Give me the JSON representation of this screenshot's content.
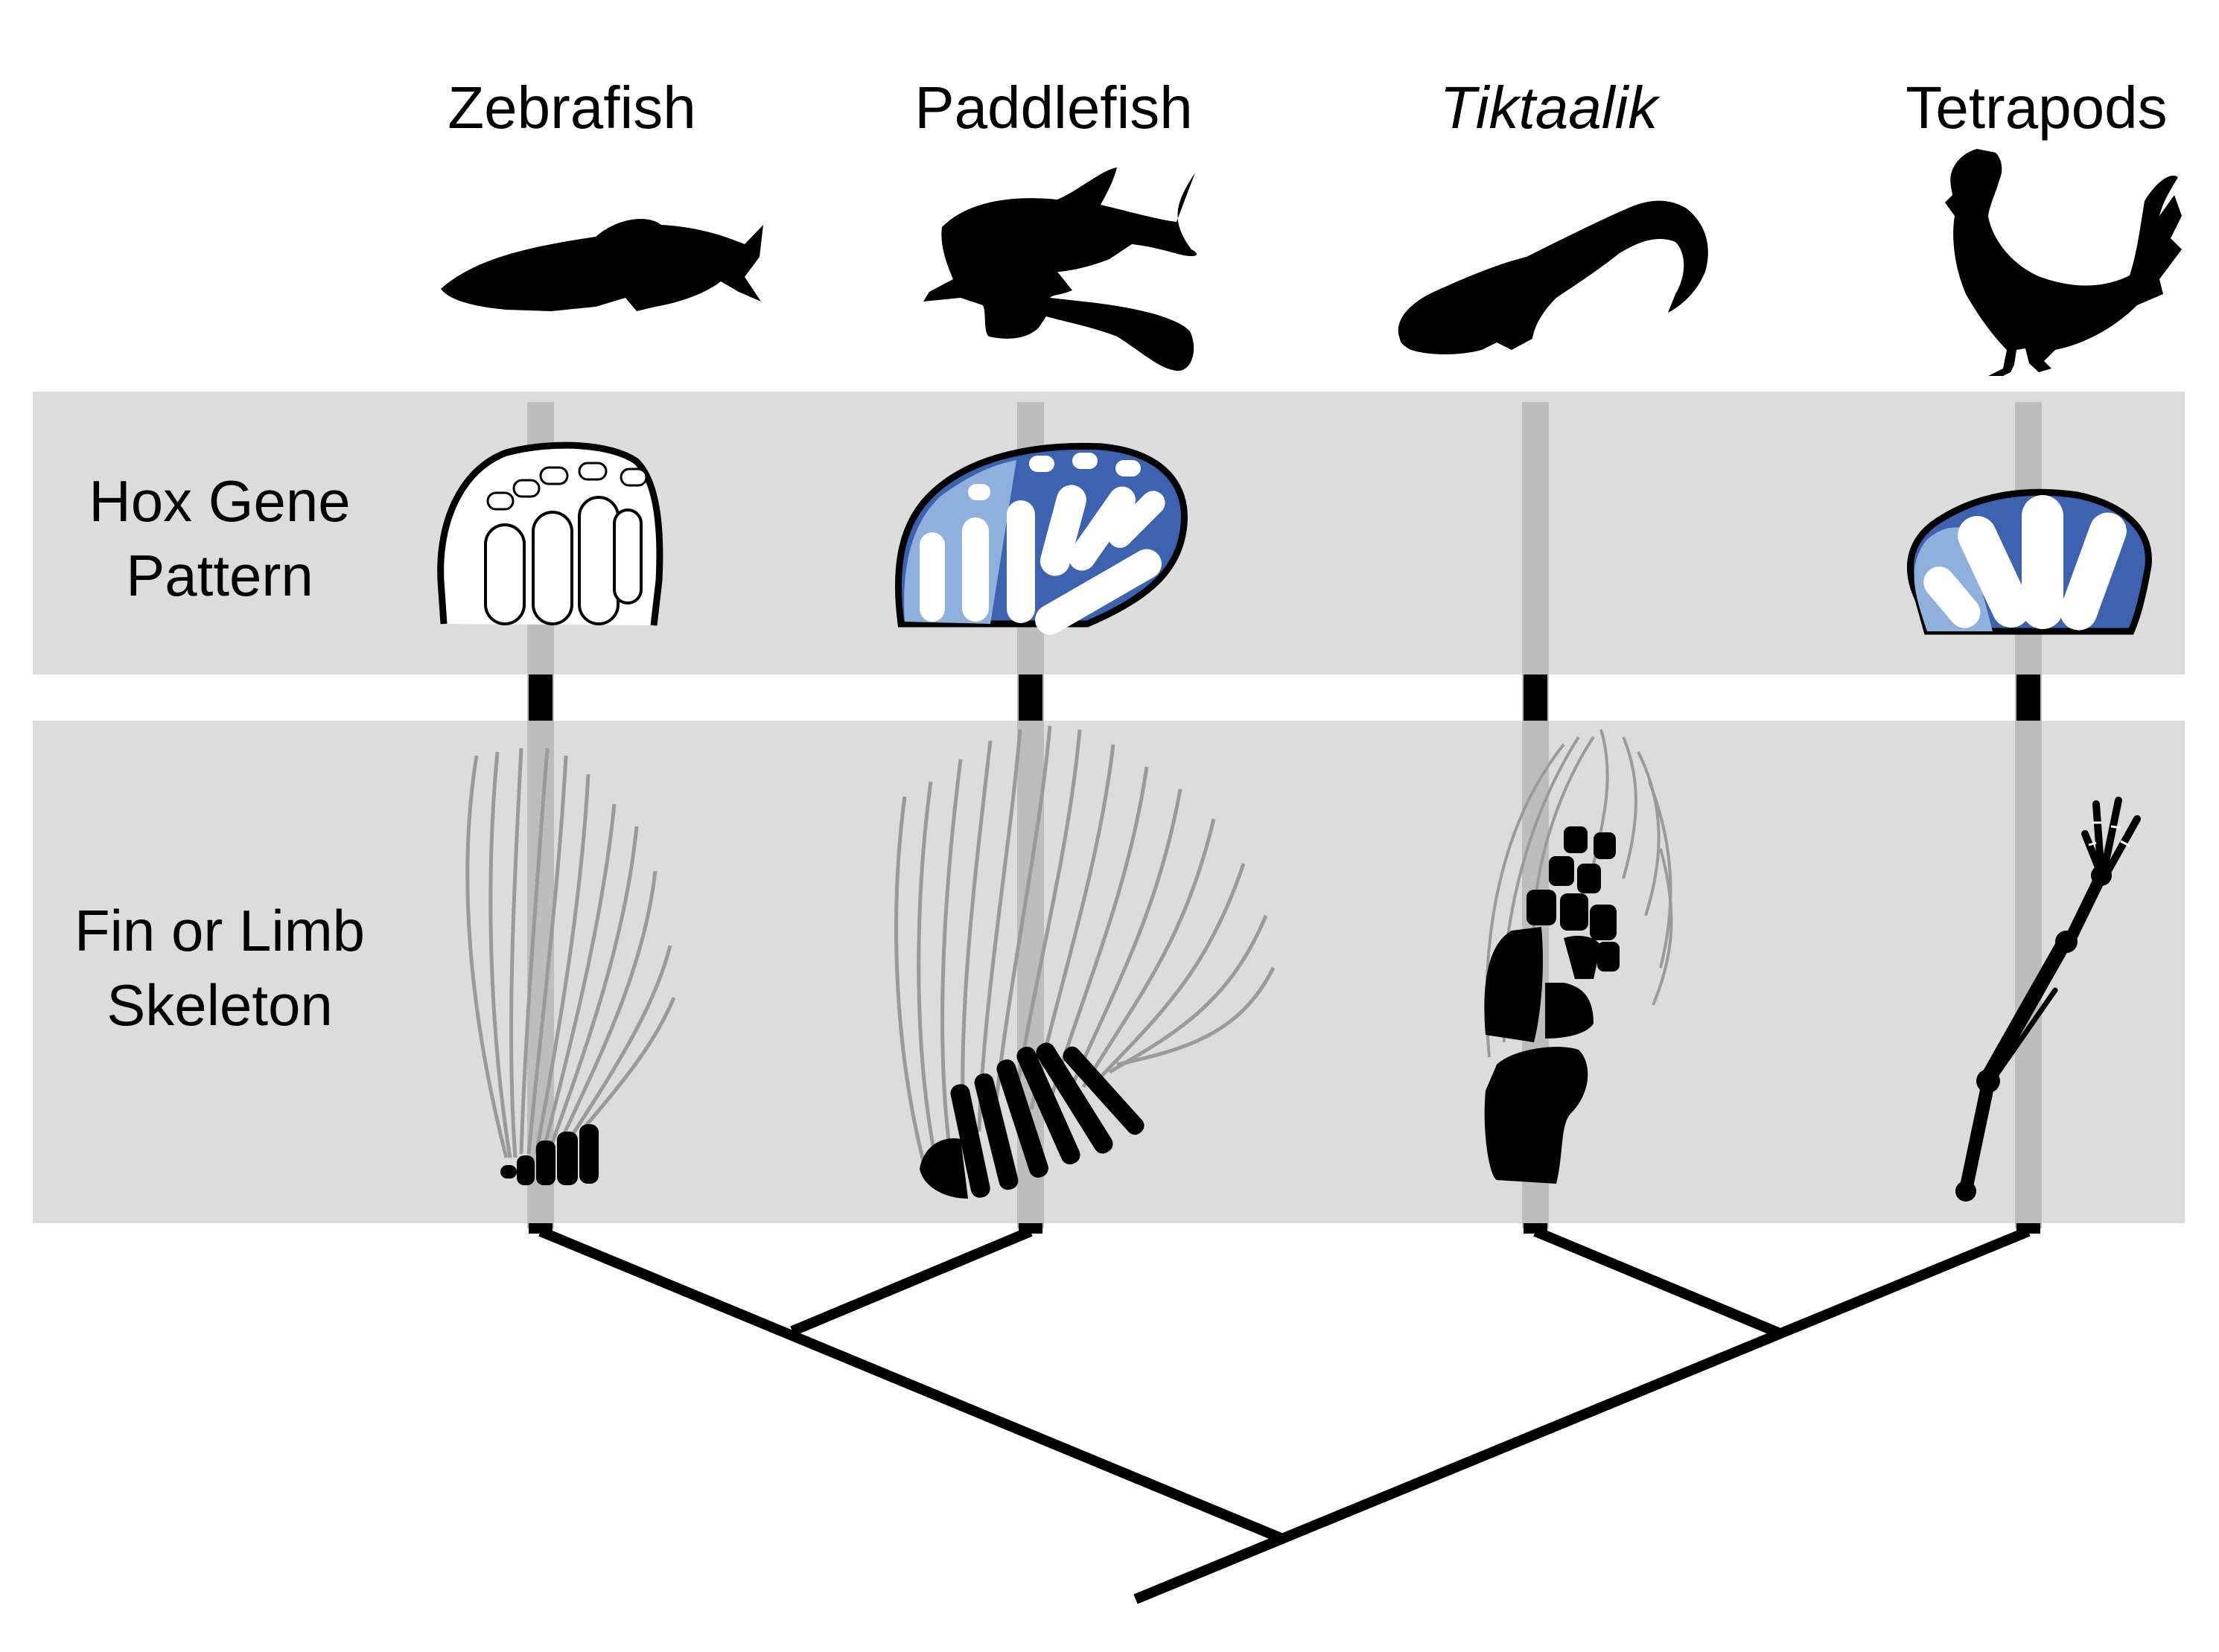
{
  "taxa": [
    {
      "name": "Zebrafish",
      "italic": false,
      "hox_pattern": "white",
      "silhouette": "fish-silhouette"
    },
    {
      "name": "Paddlefish",
      "italic": false,
      "hox_pattern": "blue",
      "silhouette": "paddlefish-silhouette"
    },
    {
      "name": "Tiktaalik",
      "italic": true,
      "hox_pattern": "none",
      "silhouette": "tiktaalik-silhouette"
    },
    {
      "name": "Tetrapods",
      "italic": false,
      "hox_pattern": "blue",
      "silhouette": "rooster-silhouette"
    }
  ],
  "rows": {
    "hox": {
      "line1": "Hox Gene",
      "line2": "Pattern"
    },
    "skeleton": {
      "line1": "Fin or Limb",
      "line2": "Skeleton"
    }
  },
  "colors": {
    "band": "#dcdcdc",
    "connector": "#bdbdbd",
    "hox_dark_blue": "#3d63b0",
    "hox_light_blue": "#8fb0dc",
    "fin_ray": "#9a9a9a",
    "ink": "#000000"
  }
}
